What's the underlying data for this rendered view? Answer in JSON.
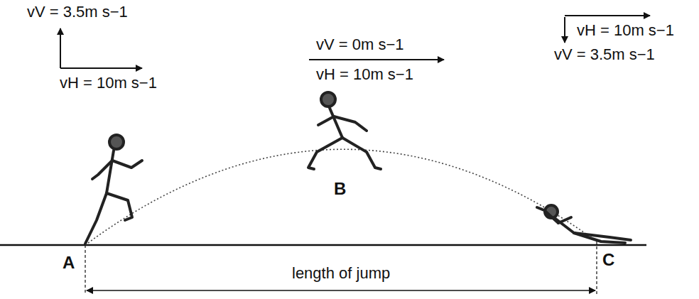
{
  "diagram": {
    "labels": [
      "vV = 3.5m s−1",
      "vH = 10m s−1",
      "vV = 0m s−1",
      "vH = 10m s−1",
      "vH = 10m s−1",
      "vV = 3.5m s−1",
      "A",
      "B",
      "C",
      "length of jump"
    ]
  }
}
